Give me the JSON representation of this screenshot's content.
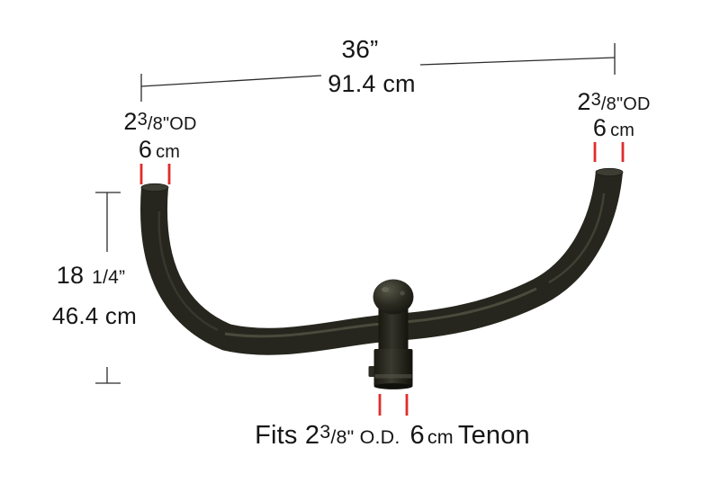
{
  "colors": {
    "background": "#ffffff",
    "tube": "#26261e",
    "tube_highlight": "#626252",
    "tick_red": "#e12b2b",
    "dimension_line": "#2b2b2b",
    "text": "#161616"
  },
  "annotations": {
    "top_width": {
      "imperial": "36”",
      "metric": "91.4 cm"
    },
    "left_end": {
      "od_whole": "2",
      "od_frac_num": "3",
      "od_frac_rest": "/8\"OD",
      "dia_value": "6",
      "dia_unit": "cm"
    },
    "right_end": {
      "od_whole": "2",
      "od_frac_num": "3",
      "od_frac_rest": "/8\"OD",
      "dia_value": "6",
      "dia_unit": "cm"
    },
    "height": {
      "imperial_whole": "18",
      "imperial_frac": "1/4”",
      "metric": "46.4 cm"
    },
    "tenon_fit": {
      "prefix": "Fits 2",
      "frac_num": "3",
      "frac_rest": "/8\" O.D.",
      "value": "6",
      "unit": "cm",
      "suffix": "Tenon"
    }
  }
}
